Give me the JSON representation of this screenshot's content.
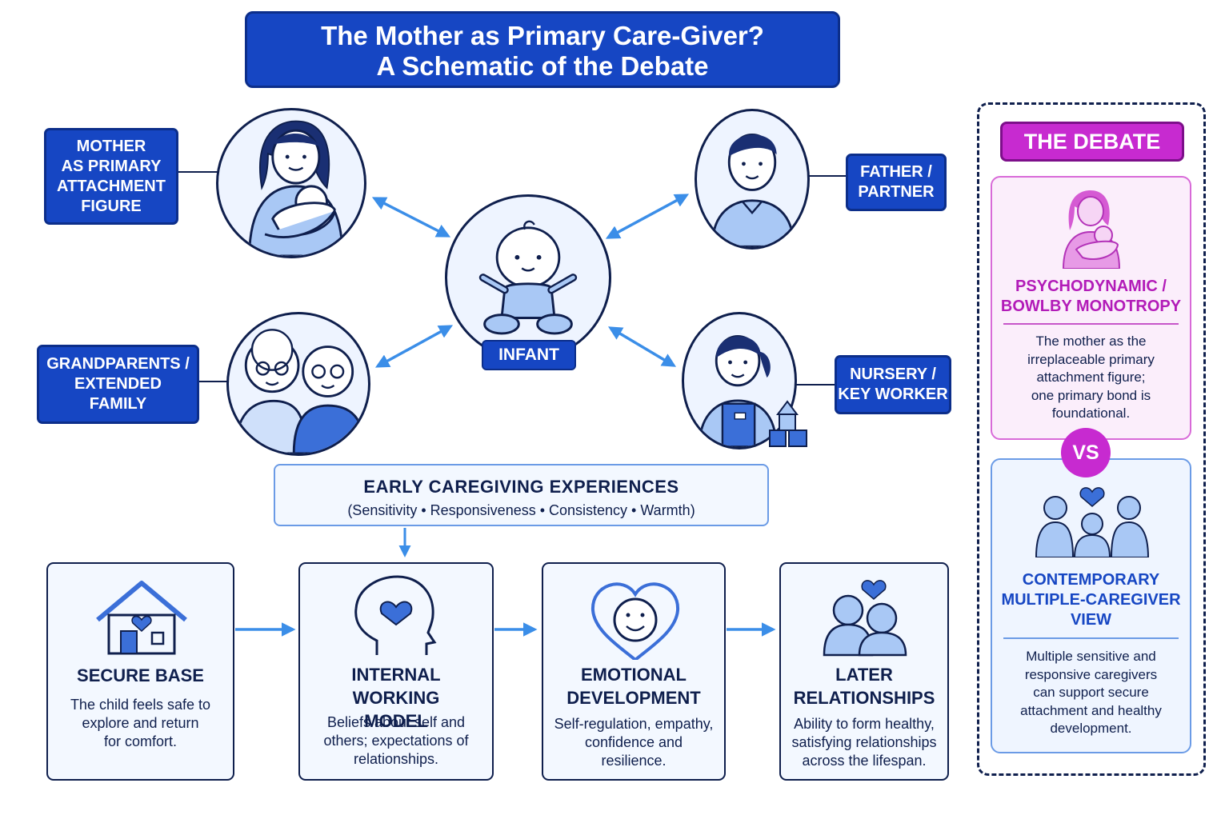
{
  "title": {
    "line1": "The Mother as Primary Care-Giver?",
    "line2": "A Schematic of the Debate"
  },
  "caregivers": {
    "mother": [
      "MOTHER",
      "AS PRIMARY",
      "ATTACHMENT",
      "FIGURE"
    ],
    "father": [
      "FATHER /",
      "PARTNER"
    ],
    "grandparents": [
      "GRANDPARENTS /",
      "EXTENDED",
      "FAMILY"
    ],
    "nursery": [
      "NURSERY /",
      "KEY WORKER"
    ],
    "infant": "INFANT"
  },
  "early_caregiving": {
    "title": "EARLY CAREGIVING EXPERIENCES",
    "subtitle": "(Sensitivity • Responsiveness • Consistency • Warmth)"
  },
  "outcomes": [
    {
      "title": [
        "SECURE BASE"
      ],
      "text": [
        "The child feels safe to",
        "explore and return",
        "for comfort."
      ]
    },
    {
      "title": [
        "INTERNAL WORKING",
        "MODEL"
      ],
      "text": [
        "Beliefs about self and",
        "others; expectations of",
        "relationships."
      ]
    },
    {
      "title": [
        "EMOTIONAL",
        "DEVELOPMENT"
      ],
      "text": [
        "Self-regulation, empathy,",
        "confidence and resilience."
      ]
    },
    {
      "title": [
        "LATER",
        "RELATIONSHIPS"
      ],
      "text": [
        "Ability to form healthy,",
        "satisfying relationships",
        "across the lifespan."
      ]
    }
  ],
  "debate": {
    "header": "THE DEBATE",
    "vs": "VS",
    "psychodynamic": {
      "title": [
        "PSYCHODYNAMIC /",
        "BOWLBY MONOTROPY"
      ],
      "text": [
        "The mother as the",
        "irreplaceable primary",
        "attachment figure;",
        "one primary bond is",
        "foundational."
      ]
    },
    "contemporary": {
      "title": [
        "CONTEMPORARY",
        "MULTIPLE-CAREGIVER",
        "VIEW"
      ],
      "text": [
        "Multiple sensitive and",
        "responsive caregivers",
        "can support secure",
        "attachment and healthy",
        "development."
      ]
    }
  },
  "colors": {
    "primary_blue": "#1646c3",
    "arrow_blue": "#3b8ee8",
    "light_blue": "#a9c8f5",
    "debate_magenta": "#c72ad0",
    "navy": "#0f1f4d"
  }
}
